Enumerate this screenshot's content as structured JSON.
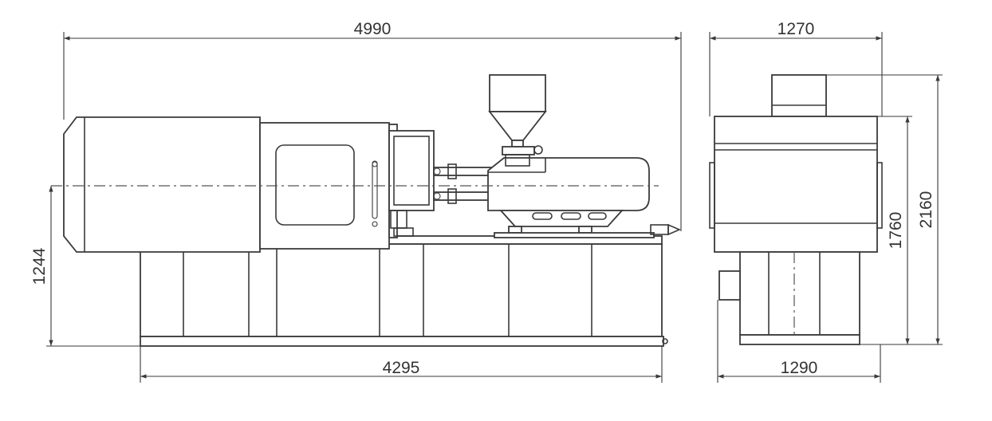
{
  "drawing": {
    "colors": {
      "line": "#3a3a3a",
      "background": "#ffffff"
    },
    "dimensions": {
      "overall_length": "4990",
      "base_length": "4295",
      "center_height": "1244",
      "top_width": "1270",
      "base_width": "1290",
      "body_height": "1760",
      "total_height": "2160"
    }
  }
}
